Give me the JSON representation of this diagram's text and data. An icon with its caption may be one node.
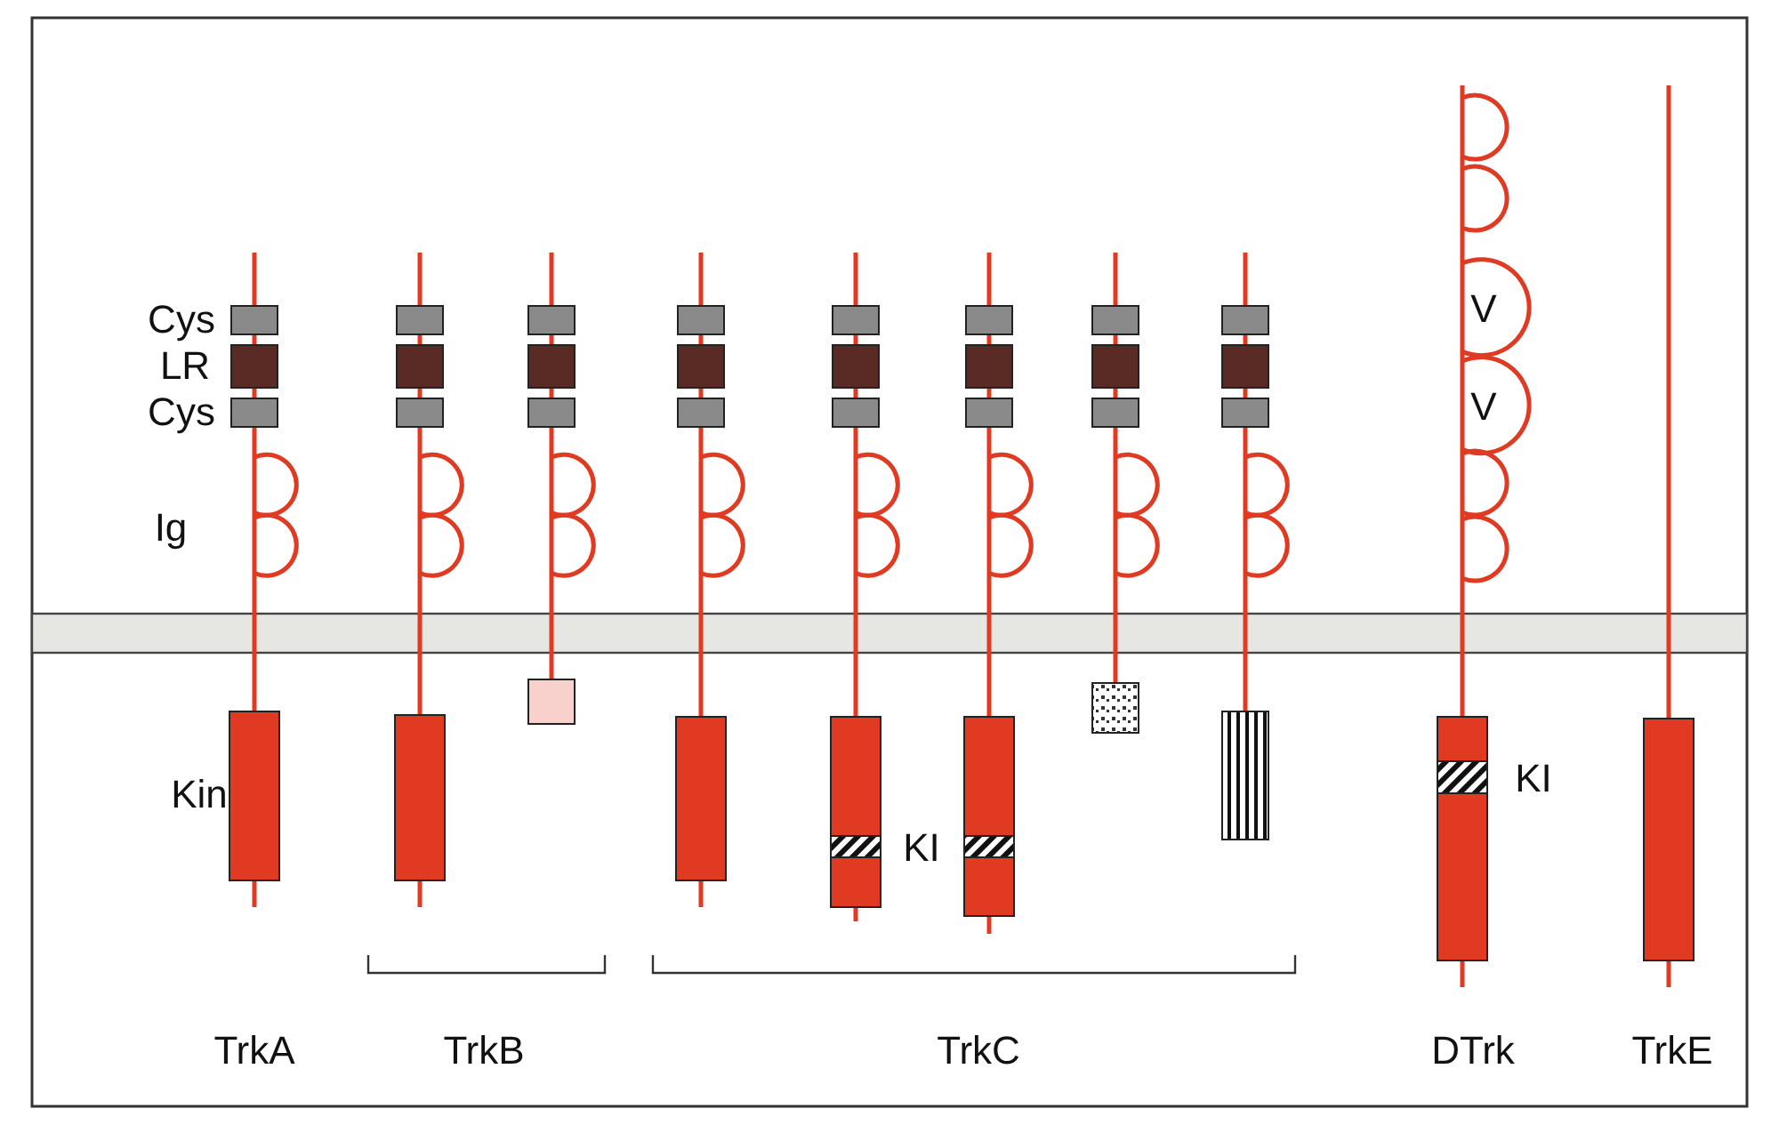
{
  "diagram": {
    "nodes": [
      {
        "text": [],
        "shape": "band"
      }
    ],
    "labels": [
      "V",
      "V",
      "Cys",
      "LR",
      "Cys",
      "Ig",
      "KI",
      "Kin",
      "KI",
      "TrkA",
      "TrkB",
      "TrkC",
      "DTrk",
      "TrkE"
    ]
  }
}
